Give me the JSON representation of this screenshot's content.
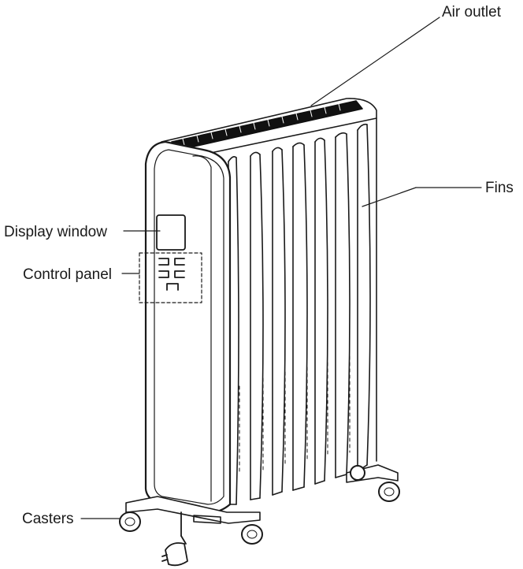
{
  "labels": {
    "air_outlet": "Air outlet",
    "fins": "Fins",
    "display_window": "Display window",
    "control_panel": "Control panel",
    "casters": "Casters"
  },
  "colors": {
    "line": "#1a1a1a",
    "background": "#ffffff"
  }
}
